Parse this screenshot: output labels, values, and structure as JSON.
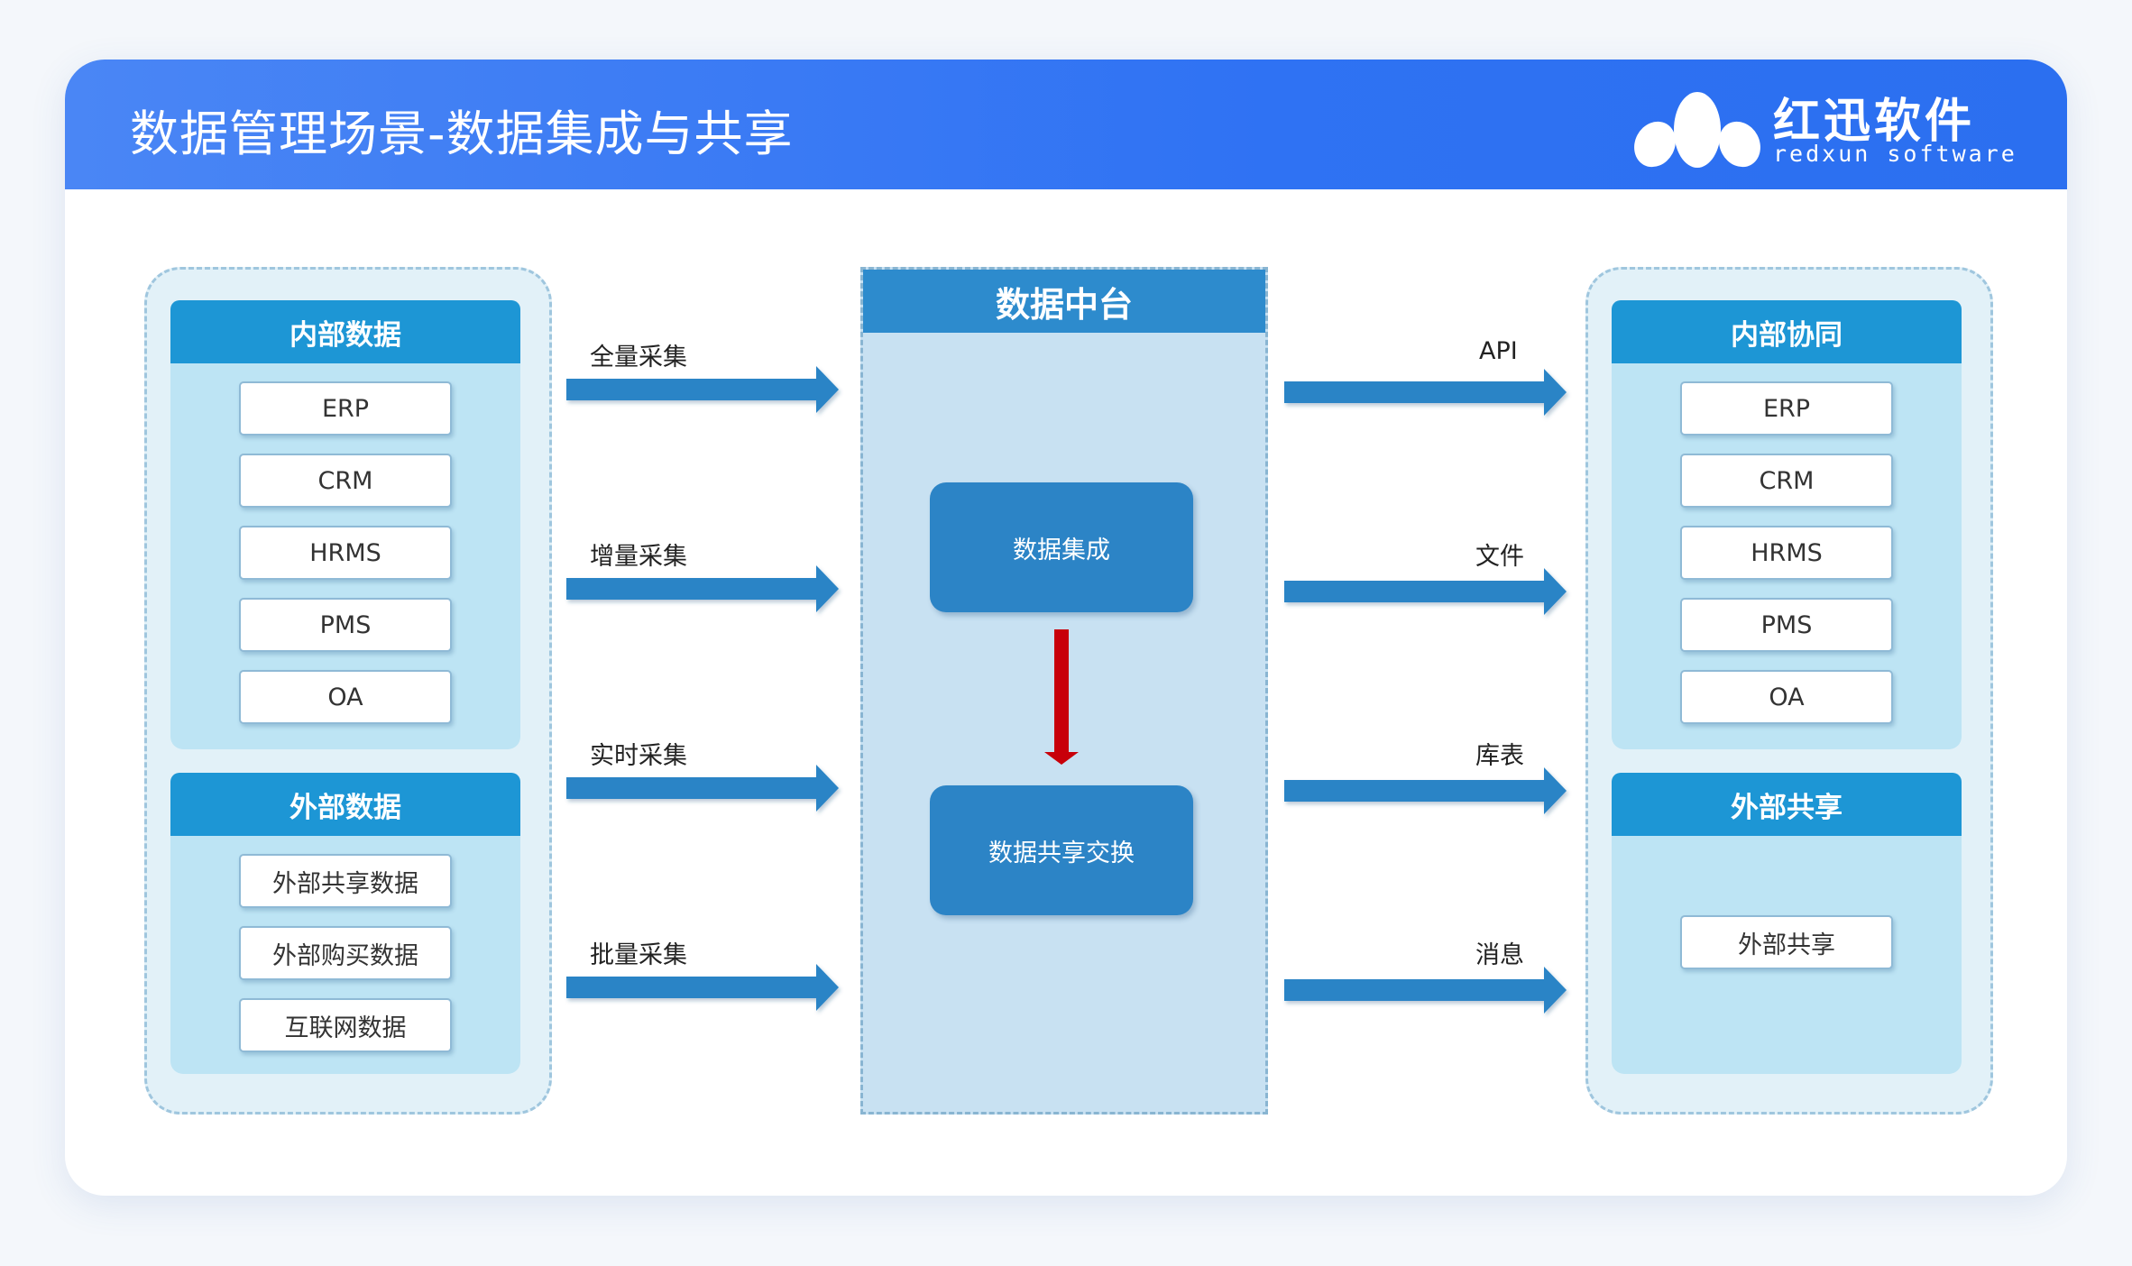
{
  "header": {
    "title": "数据管理场景-数据集成与共享"
  },
  "logo": {
    "name_cn": "红迅软件",
    "name_en": "redxun software",
    "icon": "redxun-logo-icon"
  },
  "diagram": {
    "left": {
      "internal": {
        "title": "内部数据",
        "items": [
          "ERP",
          "CRM",
          "HRMS",
          "PMS",
          "OA"
        ]
      },
      "external": {
        "title": "外部数据",
        "items": [
          "外部共享数据",
          "外部购买数据",
          "互联网数据"
        ]
      }
    },
    "center": {
      "title": "数据中台",
      "integration": "数据集成",
      "sharing": "数据共享交换"
    },
    "right": {
      "internal": {
        "title": "内部协同",
        "items": [
          "ERP",
          "CRM",
          "HRMS",
          "PMS",
          "OA"
        ]
      },
      "external": {
        "title": "外部共享",
        "items": [
          "外部共享"
        ]
      }
    },
    "collect_labels": [
      "全量采集",
      "增量采集",
      "实时采集",
      "批量采集"
    ],
    "share_labels": [
      "API",
      "文件",
      "库表",
      "消息"
    ],
    "colors": {
      "flow_arrow": "#2c84c6",
      "core_arrow": "#c8000a",
      "panel_head": "#1d96d5"
    }
  }
}
